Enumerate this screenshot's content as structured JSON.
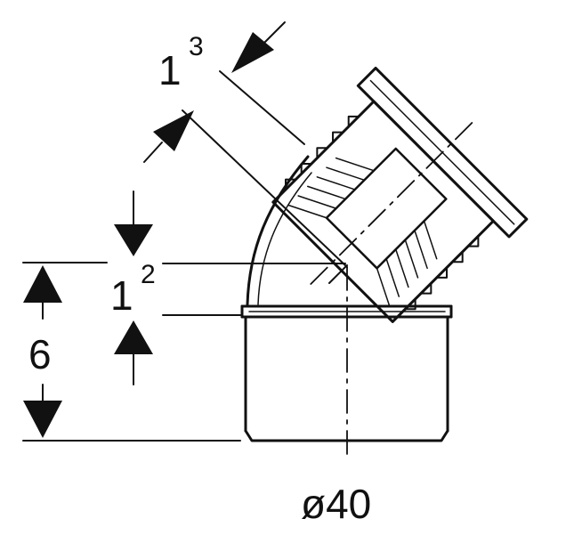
{
  "labels": {
    "dim_top_base": "1",
    "dim_top_sup": "3",
    "dim_mid_base": "1",
    "dim_mid_sup": "2",
    "dim_height": "6",
    "diameter": "ø40"
  },
  "colors": {
    "ink": "#111111",
    "background": "#ffffff"
  }
}
